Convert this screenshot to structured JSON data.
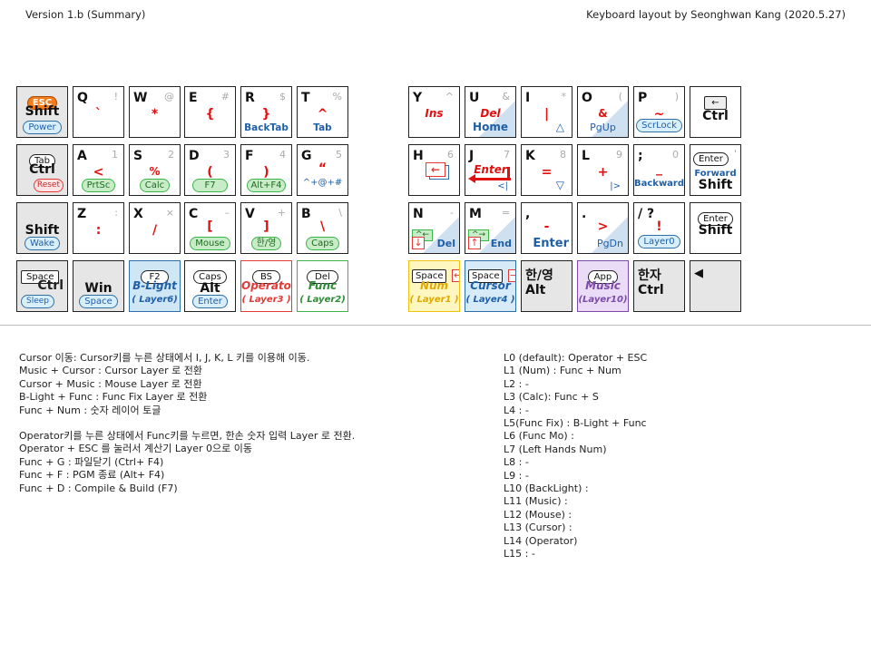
{
  "header": {
    "left": "Version 1.b (Summary)",
    "right": "Keyboard layout by Seonghwan Kang (2020.5.27)"
  },
  "keys": {
    "shift_esc": {
      "pill": "ESC",
      "main": "Shift",
      "sub": "Power"
    },
    "q": {
      "k": "Q",
      "s": "!",
      "r": "`"
    },
    "w": {
      "k": "W",
      "s": "@",
      "r": "*"
    },
    "e": {
      "k": "E",
      "s": "#",
      "r": "{"
    },
    "rkey": {
      "k": "R",
      "s": "$",
      "r": "}",
      "b": "BackTab"
    },
    "t": {
      "k": "T",
      "s": "%",
      "r": "^",
      "b": "Tab"
    },
    "y": {
      "k": "Y",
      "s": "^",
      "r": "Ins"
    },
    "u": {
      "k": "U",
      "s": "&",
      "r": "Del",
      "b": "Home"
    },
    "i": {
      "k": "I",
      "s": "*",
      "r": "|",
      "b": "△"
    },
    "o": {
      "k": "O",
      "s": "(",
      "r": "&",
      "b": "PgUp"
    },
    "p": {
      "k": "P",
      "s": ")",
      "r": "~",
      "pill": "ScrLock"
    },
    "bksp": {
      "icon": "←",
      "main": "Ctrl"
    },
    "tab_ctrl": {
      "pill": "Tab",
      "main": "Ctrl",
      "sub": "Reset"
    },
    "a": {
      "k": "A",
      "s": "1",
      "r": "<",
      "pill": "PrtSc"
    },
    "skey": {
      "k": "S",
      "s": "2",
      "r": "%",
      "pill": "Calc"
    },
    "d": {
      "k": "D",
      "s": "3",
      "r": "(",
      "pill": "F7"
    },
    "f": {
      "k": "F",
      "s": "4",
      "r": ")",
      "pill": "Alt+F4"
    },
    "g": {
      "k": "G",
      "s": "5",
      "r": "“",
      "b": "^+@+#"
    },
    "h": {
      "k": "H",
      "s": "6"
    },
    "j": {
      "k": "J",
      "s": "7",
      "r": "Enter",
      "b": "<|"
    },
    "kkey": {
      "k": "K",
      "s": "8",
      "r": "=",
      "b": "▽"
    },
    "l": {
      "k": "L",
      "s": "9",
      "r": "+",
      "b": "|>"
    },
    "semi": {
      "k": ";",
      "s": "0",
      "r": "_",
      "b": "Backward"
    },
    "enter_shift": {
      "pill": "Enter",
      "s": "'",
      "mid": "Forward",
      "main": "Shift"
    },
    "shift_l": {
      "main": "Shift",
      "sub": "Wake"
    },
    "z": {
      "k": "Z",
      "s": ":",
      "r": ":"
    },
    "x": {
      "k": "X",
      "s": "×",
      "r": "/"
    },
    "c": {
      "k": "C",
      "s": "–",
      "r": "[",
      "pill": "Mouse"
    },
    "v": {
      "k": "V",
      "s": "+",
      "r": "]",
      "pill": "한/영"
    },
    "b": {
      "k": "B",
      "s": "\\",
      "r": "\\",
      "pill": "Caps"
    },
    "n": {
      "k": "N",
      "s": "-",
      "g": "^←",
      "ico": "↓",
      "b": "Del"
    },
    "m": {
      "k": "M",
      "s": "=",
      "g": "^→",
      "ico": "↑",
      "b": "End"
    },
    "comma": {
      "k": ",",
      "r": "-",
      "b": "Enter"
    },
    "period": {
      "k": ".",
      "r": ">",
      "b": "PgDn"
    },
    "slash": {
      "k": "/ ?",
      "r": "!",
      "pill": "Layer0"
    },
    "enter_shift2": {
      "pill": "Enter",
      "main": "Shift"
    },
    "space_ctrl": {
      "pill": "Space",
      "main": "Ctrl",
      "sub": "Sleep"
    },
    "win": {
      "main": "Win",
      "sub": "Space"
    },
    "f2": {
      "pill": "F2",
      "l1": "B-Light",
      "l2": "( Layer6)"
    },
    "caps_alt": {
      "pill": "Caps",
      "main": "Alt",
      "sub": "Enter"
    },
    "bs_op": {
      "pill": "BS",
      "l1": "Operator",
      "l2": "( Layer3 )"
    },
    "del_func": {
      "pill": "Del",
      "l1": "Func",
      "l2": "( Layer2)"
    },
    "num": {
      "pill": "Space",
      "ico": "←",
      "l1": "Num",
      "l2": "( Layer1 )"
    },
    "cursor": {
      "pill": "Space",
      "ico": "→",
      "l1": "Cursor",
      "l2": "( Layer4 )"
    },
    "hanyoung": {
      "main1": "한/영",
      "main2": "Alt"
    },
    "music": {
      "pill": "App",
      "l1": "Music",
      "l2": "(Layer10)"
    },
    "hanja": {
      "main1": "한자",
      "main2": "Ctrl"
    },
    "left": {
      "icon": "◀"
    }
  },
  "notes_left": [
    "Cursor 이동: Cursor키를 누른 상태에서 I, J, K, L 키를 이용해 이동.",
    "Music + Cursor : Cursor Layer 로 전환",
    "Cursor + Music : Mouse Layer 로 전환",
    "B-Light + Func : Func Fix Layer 로 전환",
    "Func + Num :   숫자 레이어 토글",
    "",
    "Operator키를 누른 상태에서 Func키를 누르면, 한손 숫자 입력 Layer 로 전환.",
    "Operator + ESC 를 눌러서 계산기 Layer 0으로 이동",
    "Func + G :  파일닫기 (Ctrl+ F4)",
    "Func + F :  PGM 종료 (Alt+ F4)",
    "Func + D : Compile & Build (F7)"
  ],
  "notes_right": [
    "L0 (default): Operator + ESC",
    "L1 (Num) :  Func + Num",
    "L2 : -",
    "L3 (Calc): Func + S",
    "L4 : -",
    "L5(Func Fix) : B-Light + Func",
    "L6 (Func Mo) :",
    "L7 (Left Hands Num)",
    "L8 : -",
    "L9 : -",
    "L10 (BackLight) :",
    "L11 (Music) :",
    "L12 (Mouse) :",
    "L13 (Cursor) :",
    "L14 (Operator)",
    "L15 : -"
  ]
}
